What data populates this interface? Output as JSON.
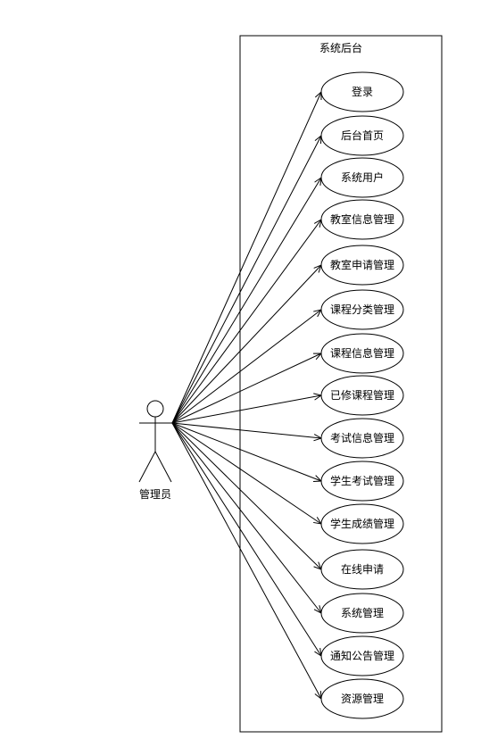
{
  "system": {
    "title": "系统后台"
  },
  "actor": {
    "label": "管理员"
  },
  "use_cases": [
    {
      "id": "login",
      "label": "登录"
    },
    {
      "id": "home",
      "label": "后台首页"
    },
    {
      "id": "system-users",
      "label": "系统用户"
    },
    {
      "id": "classroom-info",
      "label": "教室信息管理"
    },
    {
      "id": "classroom-apply",
      "label": "教室申请管理"
    },
    {
      "id": "course-category",
      "label": "课程分类管理"
    },
    {
      "id": "course-info",
      "label": "课程信息管理"
    },
    {
      "id": "completed-courses",
      "label": "已修课程管理"
    },
    {
      "id": "exam-info",
      "label": "考试信息管理"
    },
    {
      "id": "student-exam",
      "label": "学生考试管理"
    },
    {
      "id": "student-grades",
      "label": "学生成绩管理"
    },
    {
      "id": "online-apply",
      "label": "在线申请"
    },
    {
      "id": "system-management",
      "label": "系统管理"
    },
    {
      "id": "notice-management",
      "label": "通知公告管理"
    },
    {
      "id": "resource-management",
      "label": "资源管理"
    }
  ]
}
